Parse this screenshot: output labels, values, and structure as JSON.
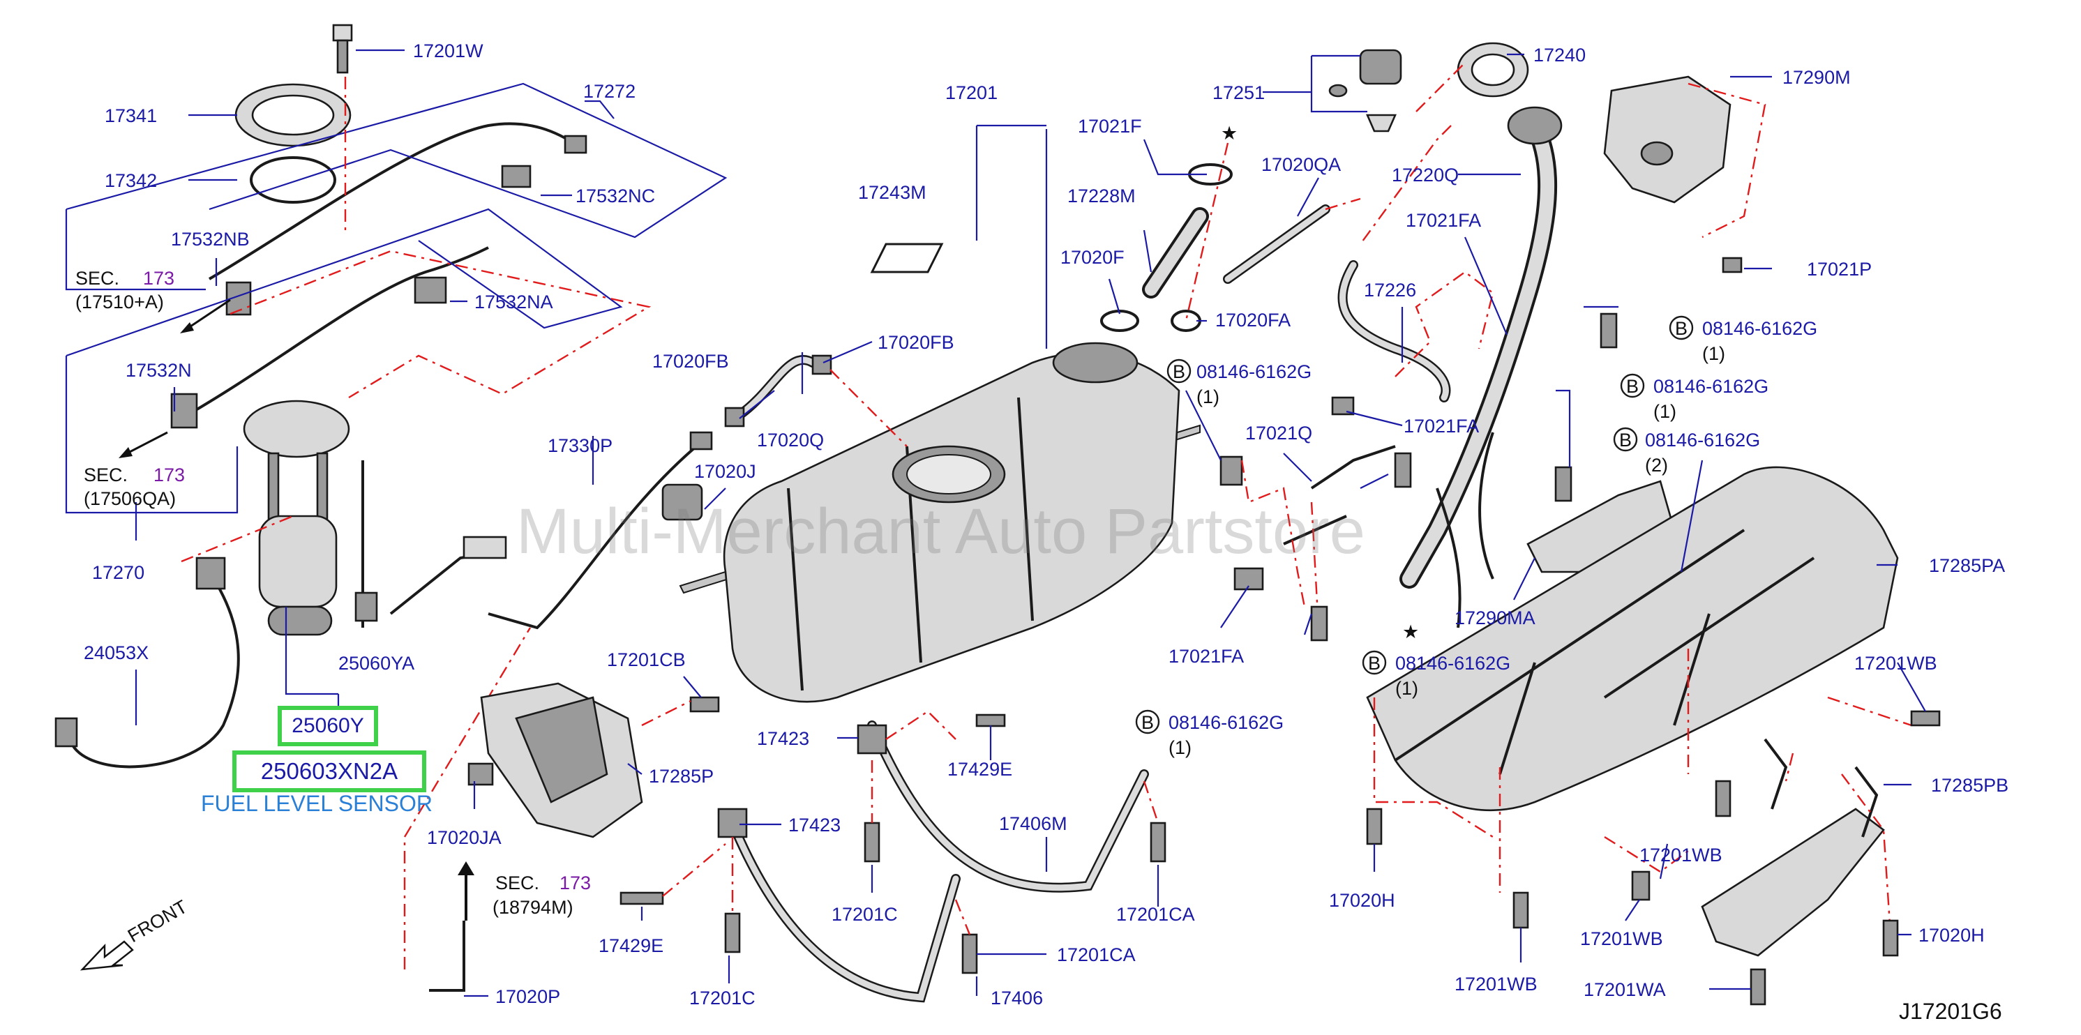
{
  "watermark": "Multi-Merchant Auto Partstore",
  "diagram_code": "J17201G6",
  "front_label": "FRONT",
  "highlighted": {
    "part_25060Y": "25060Y",
    "part_250603XN2A": "250603XN2A",
    "caption": "FUEL LEVEL SENSOR"
  },
  "labels": {
    "p17201W": "17201W",
    "p17341": "17341",
    "p17342": "17342",
    "p17272": "17272",
    "p17532NC": "17532NC",
    "p17532NB": "17532NB",
    "p17532NA": "17532NA",
    "p17532N": "17532N",
    "p17270": "17270",
    "p24053X": "24053X",
    "p25060YA": "25060YA",
    "p17201": "17201",
    "p17243M": "17243M",
    "p17020FB_a": "17020FB",
    "p17020FB_b": "17020FB",
    "p17020Q": "17020Q",
    "p17330P": "17330P",
    "p17020J": "17020J",
    "p17201CB": "17201CB",
    "p17285P": "17285P",
    "p17020JA": "17020JA",
    "p17020P": "17020P",
    "p17423_a": "17423",
    "p17429E_a": "17429E",
    "p17423_b": "17423",
    "p17429E_b": "17429E",
    "p17201C_a": "17201C",
    "p17201C_b": "17201C",
    "p17406M": "17406M",
    "p17406": "17406",
    "p17201CA_a": "17201CA",
    "p17201CA_b": "17201CA",
    "p17251": "17251",
    "p17021F": "17021F",
    "p17228M": "17228M",
    "p17020F": "17020F",
    "p17020QA": "17020QA",
    "p17020FA": "17020FA",
    "p17240": "17240",
    "p17220Q": "17220Q",
    "p17021FA_a": "17021FA",
    "p17226": "17226",
    "p17021FA_b": "17021FA",
    "p17021Q": "17021Q",
    "p17021FA_c": "17021FA",
    "p17290M": "17290M",
    "p17021P": "17021P",
    "p17290MA": "17290MA",
    "p17285PA": "17285PA",
    "p17201WB_a": "17201WB",
    "p17285PB": "17285PB",
    "p17201WB_b": "17201WB",
    "p17201WB_c": "17201WB",
    "p17201WB_d": "17201WB",
    "p17020H_a": "17020H",
    "p17020H_b": "17020H",
    "p17201WA": "17201WA"
  },
  "bolt_refs": {
    "b1": {
      "marker": "B",
      "num": "08146-6162G",
      "qty": "(1)"
    },
    "b2": {
      "marker": "B",
      "num": "08146-6162G",
      "qty": "(1)"
    },
    "b3": {
      "marker": "B",
      "num": "08146-6162G",
      "qty": "(1)"
    },
    "b4": {
      "marker": "B",
      "num": "08146-6162G",
      "qty": "(2)"
    },
    "b5": {
      "marker": "B",
      "num": "08146-6162G",
      "qty": "(1)"
    },
    "b6": {
      "marker": "B",
      "num": "08146-6162G",
      "qty": "(1)"
    }
  },
  "section_refs": {
    "s1": {
      "prefix": "SEC.",
      "num": "173",
      "ref": "(17510+A)"
    },
    "s2": {
      "prefix": "SEC.",
      "num": "173",
      "ref": "(17506QA)"
    },
    "s3": {
      "prefix": "SEC.",
      "num": "173",
      "ref": "(18794M)"
    }
  },
  "colors": {
    "label_blue": "#1a1aa6",
    "leader_red": "#e11b1b",
    "highlight_green": "#3fd14a",
    "caption_blue": "#2a7fd6",
    "section_purple": "#7a1aa6"
  }
}
